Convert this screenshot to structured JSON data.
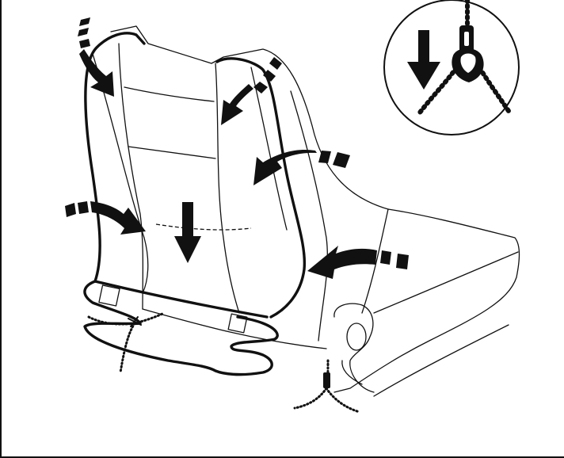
{
  "diagram": {
    "type": "assembly-instruction-illustration",
    "subject": "seat-cover-installation",
    "colors": {
      "ink": "#111111",
      "paper": "#ffffff"
    },
    "icons": [
      "curved-arrow-icon",
      "down-arrow-icon",
      "zipper-icon"
    ],
    "inset": {
      "shape": "circle",
      "shows": "zipper-closing-detail"
    }
  }
}
